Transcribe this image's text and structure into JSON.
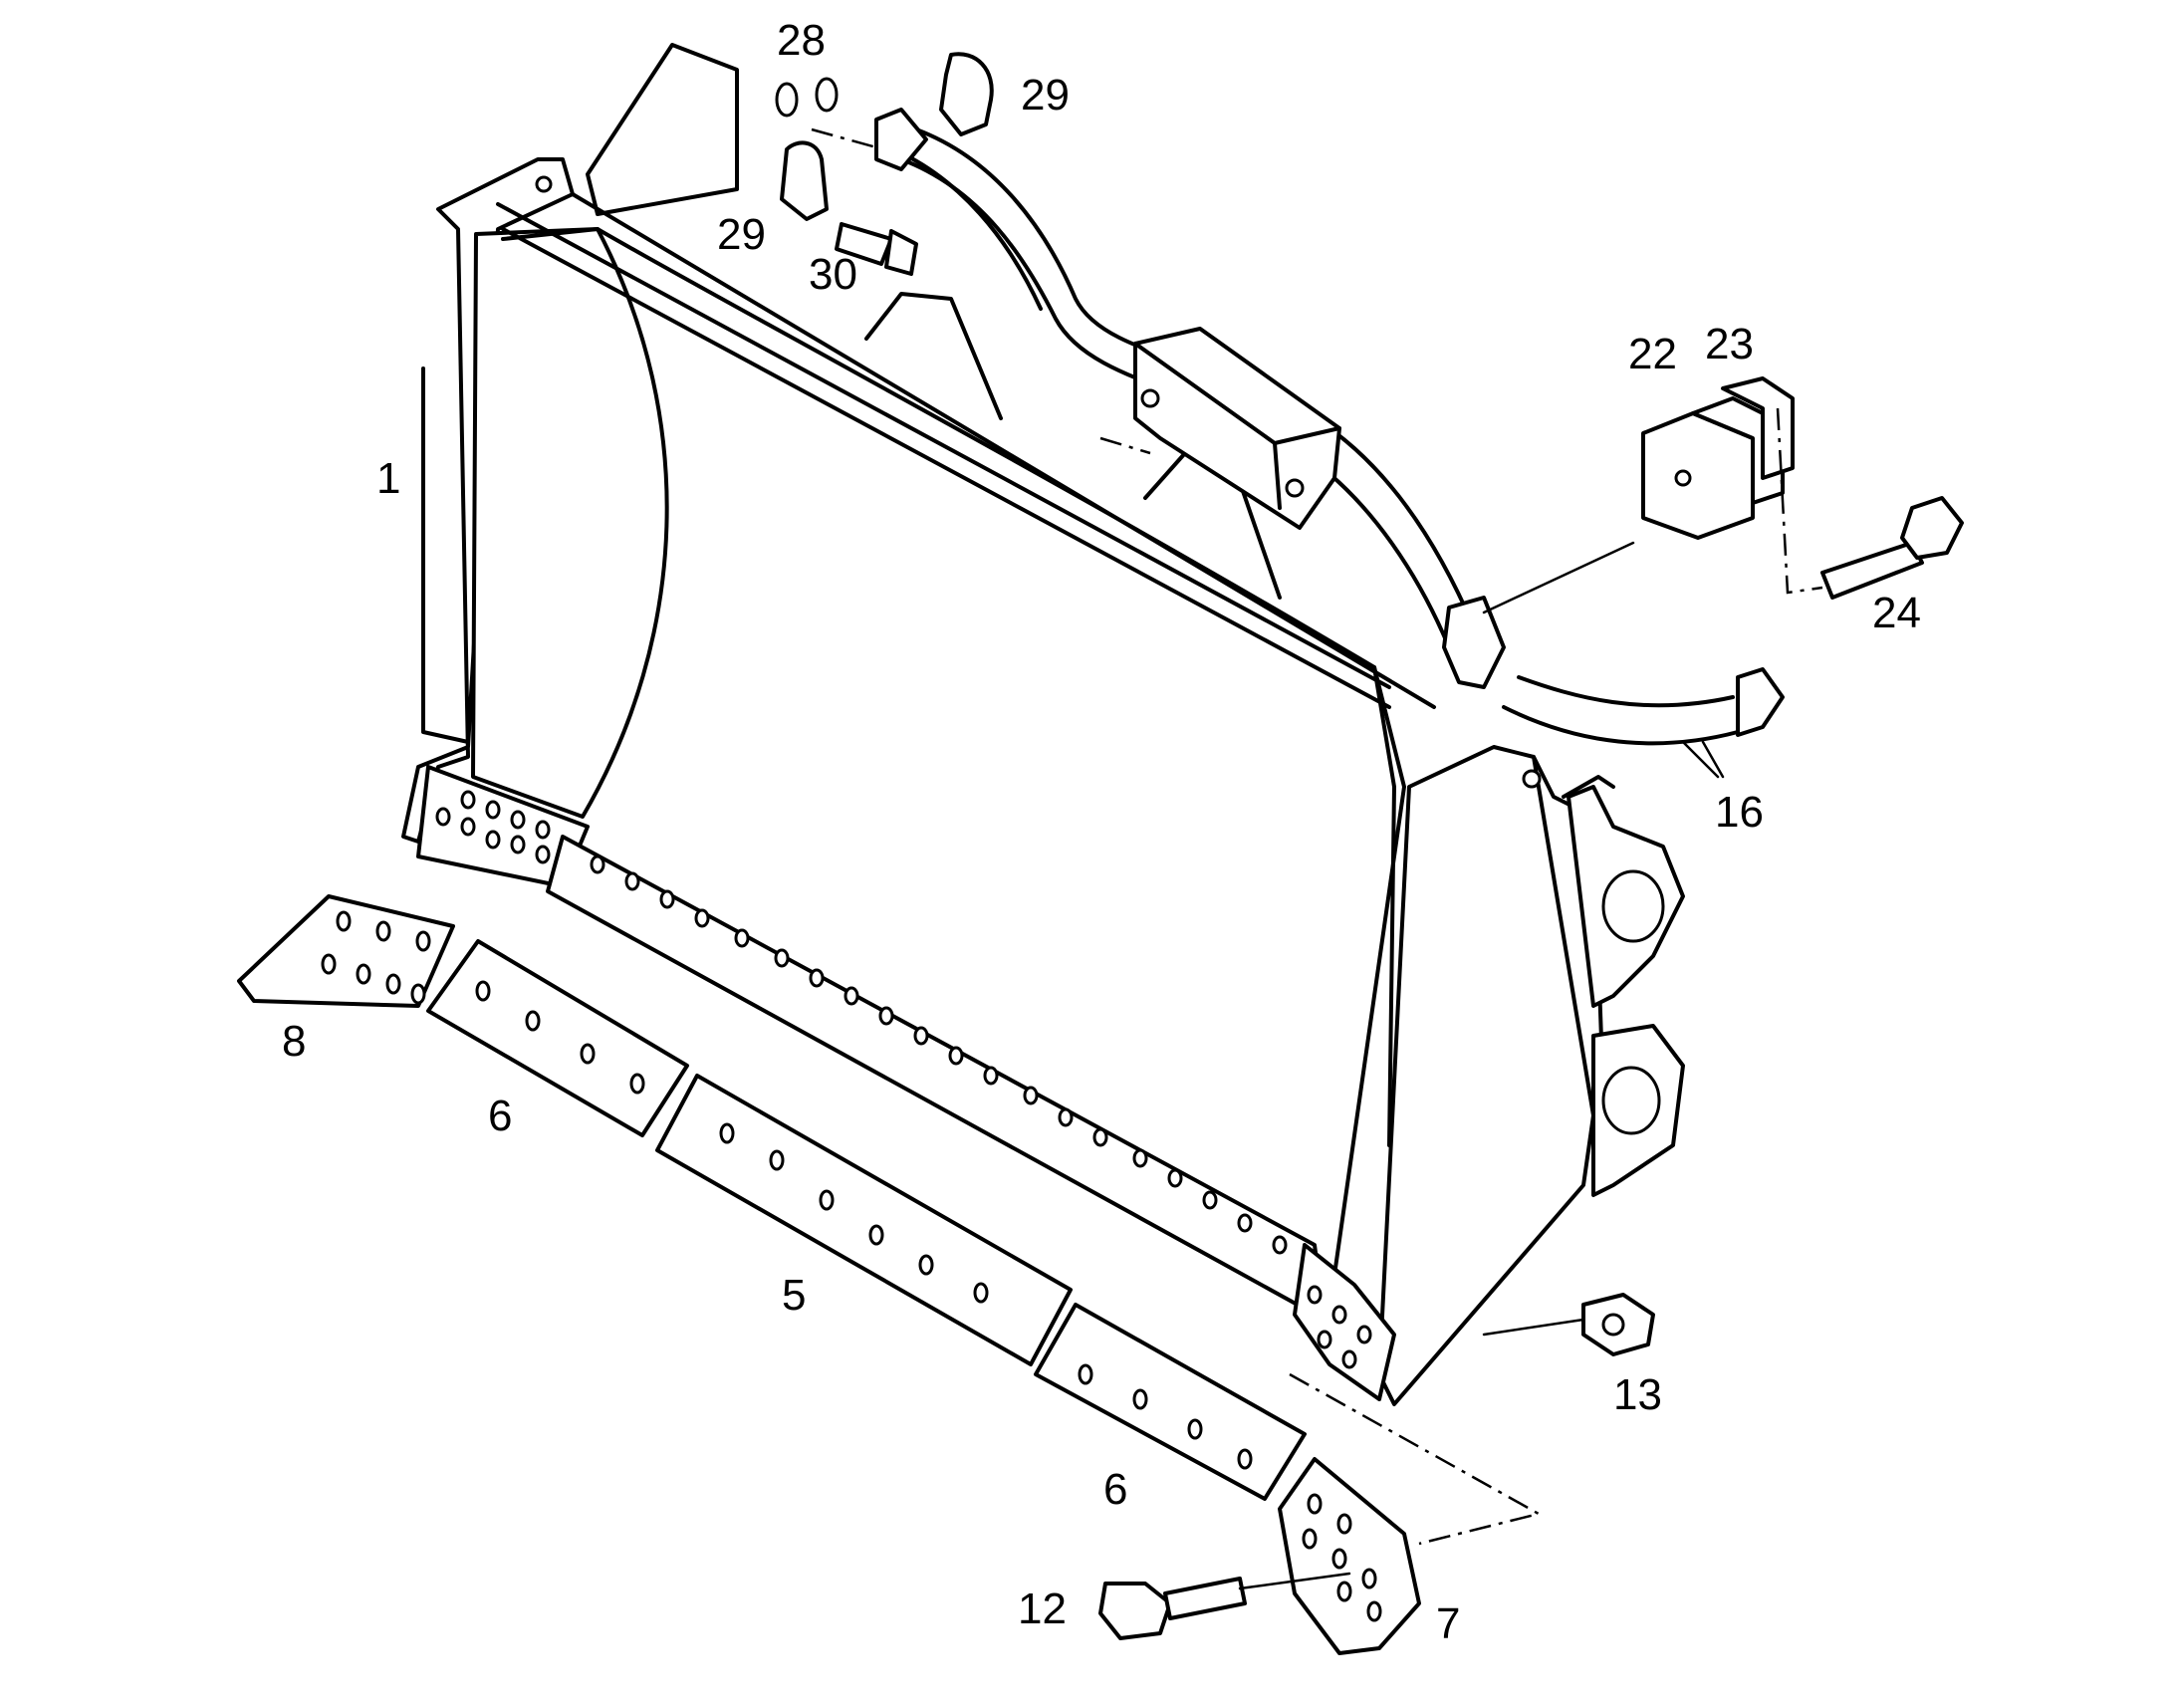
{
  "diagram": {
    "colors": {
      "line": "#000000",
      "background": "#ffffff"
    },
    "callouts": [
      {
        "id": "c1",
        "text": "1"
      },
      {
        "id": "c5",
        "text": "5"
      },
      {
        "id": "c6a",
        "text": "6"
      },
      {
        "id": "c6b",
        "text": "6"
      },
      {
        "id": "c7",
        "text": "7"
      },
      {
        "id": "c8",
        "text": "8"
      },
      {
        "id": "c12",
        "text": "12"
      },
      {
        "id": "c13",
        "text": "13"
      },
      {
        "id": "c16",
        "text": "16"
      },
      {
        "id": "c22",
        "text": "22"
      },
      {
        "id": "c23",
        "text": "23"
      },
      {
        "id": "c24",
        "text": "24"
      },
      {
        "id": "c28",
        "text": "28"
      },
      {
        "id": "c29a",
        "text": "29"
      },
      {
        "id": "c29b",
        "text": "29"
      },
      {
        "id": "c30",
        "text": "30"
      }
    ]
  }
}
